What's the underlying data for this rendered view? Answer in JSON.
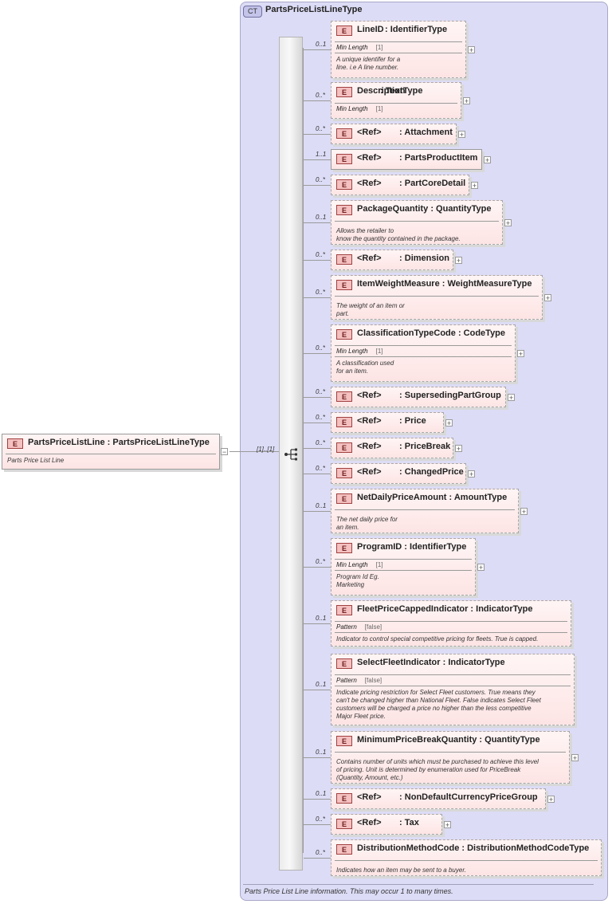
{
  "complex_type": {
    "badge": "CT",
    "name": "PartsPriceListLineType",
    "documentation": "Parts Price List Line information.  This may occur 1 to many times."
  },
  "root_element": {
    "badge": "E",
    "name": "PartsPriceListLine",
    "type": ": PartsPriceListLineType",
    "documentation": "Parts Price List Line",
    "cardinality": "[1]..[1]",
    "collapse_symbol": "−"
  },
  "elements": [
    {
      "name": "LineID",
      "type": ": IdentifierType",
      "card": "0..1",
      "facet": "Min Length",
      "facet_value": "[1]",
      "doc": [
        "A unique identifer for a",
        "line. i.e A line number."
      ]
    },
    {
      "name": "Description",
      "type": ": TextType",
      "card": "0..*",
      "facet": "Min Length",
      "facet_value": "[1]",
      "doc": []
    },
    {
      "name": "<Ref>",
      "type": ": Attachment",
      "card": "0..*",
      "doc": []
    },
    {
      "name": "<Ref>",
      "type": ": PartsProductItem",
      "card": "1..1",
      "doc": []
    },
    {
      "name": "<Ref>",
      "type": ": PartCoreDetail",
      "card": "0..*",
      "doc": []
    },
    {
      "name": "PackageQuantity",
      "type": ": QuantityType",
      "card": "0..1",
      "doc": [
        "Allows the retailer to",
        "know the quantity contained in the package."
      ]
    },
    {
      "name": "<Ref>",
      "type": ": Dimension",
      "card": "0..*",
      "doc": []
    },
    {
      "name": "ItemWeightMeasure",
      "type": ": WeightMeasureType",
      "card": "0..*",
      "doc": [
        "The weight of an item or",
        "part."
      ]
    },
    {
      "name": "ClassificationTypeCode",
      "type": ": CodeType",
      "card": "0..*",
      "facet": "Min Length",
      "facet_value": "[1]",
      "doc": [
        "A classification used",
        "for an item."
      ]
    },
    {
      "name": "<Ref>",
      "type": ": SupersedingPartGroup",
      "card": "0..*",
      "doc": []
    },
    {
      "name": "<Ref>",
      "type": ": Price",
      "card": "0..*",
      "doc": []
    },
    {
      "name": "<Ref>",
      "type": ": PriceBreak",
      "card": "0..*",
      "doc": []
    },
    {
      "name": "<Ref>",
      "type": ": ChangedPrice",
      "card": "0..*",
      "doc": []
    },
    {
      "name": "NetDailyPriceAmount",
      "type": ": AmountType",
      "card": "0..1",
      "doc": [
        "The net daily price for",
        "an item."
      ]
    },
    {
      "name": "ProgramID",
      "type": ": IdentifierType",
      "card": "0..*",
      "facet": "Min Length",
      "facet_value": "[1]",
      "doc": [
        "Program Id Eg.",
        "Marketing"
      ]
    },
    {
      "name": "FleetPriceCappedIndicator",
      "type": ": IndicatorType",
      "card": "0..1",
      "facet": "Pattern",
      "facet_value": "[false]",
      "doc": [
        "Indicator to control special competitive pricing for fleets.  True is capped."
      ]
    },
    {
      "name": "SelectFleetIndicator",
      "type": ": IndicatorType",
      "card": "0..1",
      "facet": "Pattern",
      "facet_value": "[false]",
      "doc": [
        "Indicate pricing restriction for Select Fleet customers. True means they",
        "can't be changed higher than National Fleet.  False indicates Select Fleet",
        "customers will be charged a price no higher than the less competitive",
        "Major Fleet price."
      ]
    },
    {
      "name": "MinimumPriceBreakQuantity",
      "type": ": QuantityType",
      "card": "0..1",
      "doc": [
        "Contains number of units which must be purchased to achieve this level",
        "of pricing.  Unit is determined by enumeration used for PriceBreak",
        "(Quantity, Amount, etc.)"
      ]
    },
    {
      "name": "<Ref>",
      "type": ": NonDefaultCurrencyPriceGroup",
      "card": "0..1",
      "doc": []
    },
    {
      "name": "<Ref>",
      "type": ": Tax",
      "card": "0..*",
      "doc": []
    },
    {
      "name": "DistributionMethodCode",
      "type": ": DistributionMethodCodeType",
      "card": "0..*",
      "doc": [
        "Indicates how an item may be sent to a buyer."
      ]
    }
  ],
  "element_badge": "E",
  "expand_symbol": "+"
}
